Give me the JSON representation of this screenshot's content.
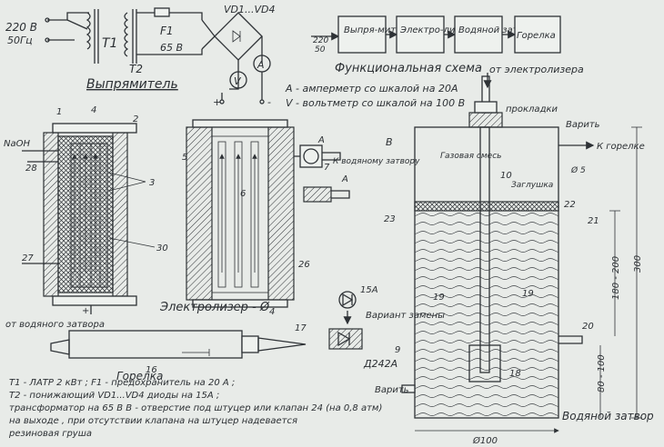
{
  "rectifier": {
    "input_voltage": "220 В",
    "input_freq": "50Гц",
    "transformer_t1": "T1",
    "transformer_t2": "T2",
    "fuse": "F1",
    "fuse_voltage": "65 В",
    "diode_bridge": "VD1...VD4",
    "ammeter": "A",
    "voltmeter": "V",
    "plus": "+",
    "minus": "-",
    "title": "Выпрямитель"
  },
  "functional": {
    "input_voltage": "220",
    "input_freq": "50",
    "blocks": [
      "Выпря-митель",
      "Электро-лизер",
      "Водяной затвор",
      "Горелка"
    ],
    "title": "Функциональная схема",
    "from_electrolyzer": "от электролизера"
  },
  "meters": {
    "ammeter_note": "А - амперметр со шкалой на 20А",
    "voltmeter_note": "V - вольтметр со шкалой на 100 В"
  },
  "electrolyzer": {
    "naoh": "NaOH",
    "labels": [
      "1",
      "4",
      "2",
      "5",
      "3",
      "6",
      "7",
      "28",
      "27",
      "30",
      "26",
      "4"
    ],
    "plus": "+",
    "minus": "-",
    "to_water_seal": "К водяному затвору",
    "arrow_a": "А",
    "view_a": "А",
    "title": "Электролизер - Ø"
  },
  "water_seal": {
    "gaskets": "прокладки",
    "weld_top": "Варить",
    "weld_bottom": "Варить",
    "gas_mix": "Газовая смесь",
    "to_burner": "К горелке",
    "plug": "Заглушка",
    "dim_phi5": "Ø 5",
    "label_b": "В",
    "labels": [
      "10",
      "22",
      "23",
      "21",
      "19",
      "19",
      "20",
      "9",
      "18"
    ],
    "dim_height": "300",
    "dim_180_200": "180 - 200",
    "dim_80_100": "80 - 100",
    "dim_diameter": "Ø100",
    "title": "Водяной затвор"
  },
  "burner": {
    "from_seal": "от водяного затвора",
    "label_16": "16",
    "label_17": "17",
    "title": "Горелка"
  },
  "replacement": {
    "current": "15А",
    "title": "Вариант замены",
    "diode": "Д242А"
  },
  "legend": {
    "lines": [
      "T1 - ЛАТР 2 кВт ;   F1 - предохранитель на 20 А ;",
      "T2 - понижающий     VD1...VD4 диоды на 15А ;",
      "трансформатор на 65 В   В - отверстие под штуцер или клапан 24 (на 0,8 атм)",
      "на выходе ,         при отсутствии клапана на штуцер надевается",
      "                     резиновая груша"
    ]
  }
}
